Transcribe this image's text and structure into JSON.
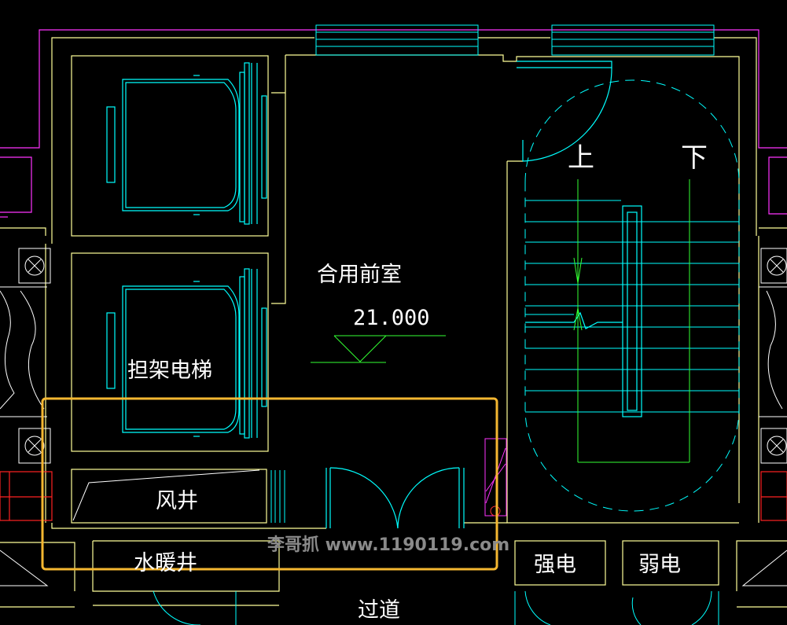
{
  "labels": {
    "front_room": "合用前室",
    "level": "21.000",
    "stretcher_elevator": "担架电梯",
    "air_shaft": "风井",
    "water_heating_shaft": "水暖井",
    "strong_electric": "强电",
    "weak_electric": "弱电",
    "corridor": "过道",
    "stair_up": "上",
    "stair_down": "下"
  },
  "watermark": "李哥抓 www.1190119.com",
  "colors": {
    "background": "#000000",
    "wall": "#ffff99",
    "detail": "#00ffff",
    "accent": "#ff33ff",
    "annotation": "#33ff33",
    "highlight": "#f5b731",
    "text": "#ffffff",
    "red": "#ff2222"
  }
}
